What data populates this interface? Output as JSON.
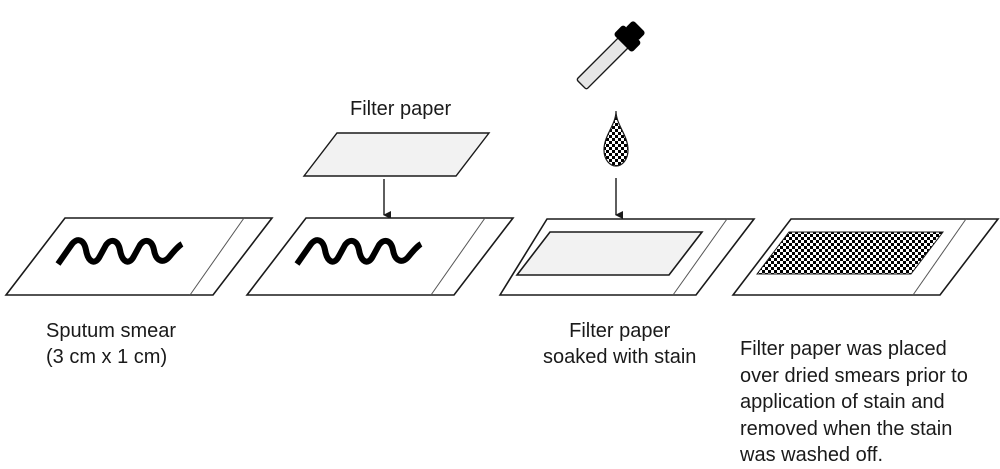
{
  "diagram": {
    "labels": {
      "filter_paper": "Filter paper",
      "sputum_smear": [
        "Sputum smear",
        "(3 cm x 1 cm)"
      ],
      "filter_soaked": [
        "Filter paper",
        "soaked with stain"
      ],
      "note": [
        "Filter paper was placed",
        "over dried smears prior to",
        "application of stain and",
        "removed when the stain",
        "was washed off."
      ]
    },
    "steps": [
      {
        "name": "slide-with-smear"
      },
      {
        "name": "slide-with-smear-filter-placed"
      },
      {
        "name": "slide-with-filter-and-stain"
      },
      {
        "name": "slide-stained"
      }
    ],
    "colors": {
      "stroke": "#1a1a1a",
      "filter_fill": "#f2f2f2",
      "dropper_tube": "#e6e6e6",
      "dropper_bulb": "#000000"
    }
  }
}
